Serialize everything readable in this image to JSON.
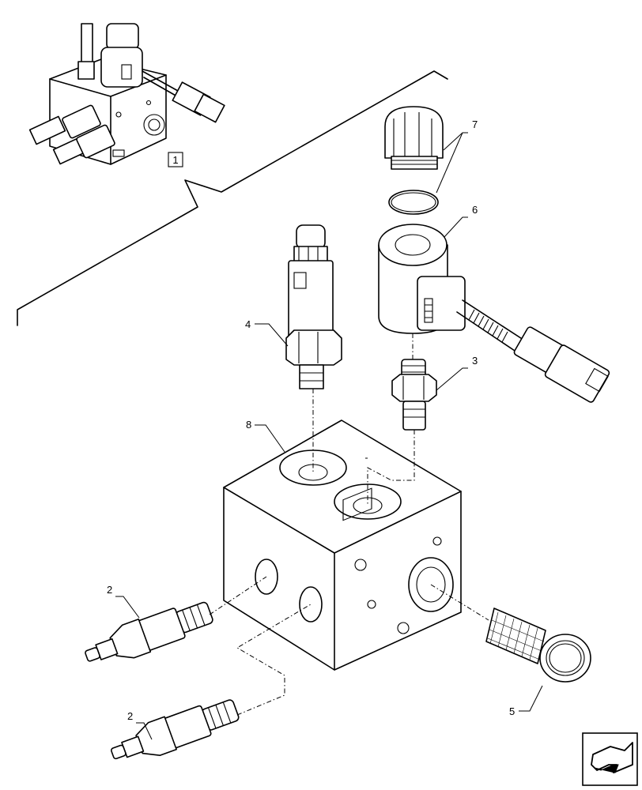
{
  "diagram": {
    "callouts": {
      "assembly_ref": "1",
      "relief_valve_upper": "2",
      "relief_valve_lower": "2",
      "fitting": "3",
      "pressure_switch": "4",
      "filter": "5",
      "solenoid_coil": "6",
      "nut_and_oring": "7",
      "valve_block": "8"
    },
    "icons": {
      "nav": "next-arrow-icon"
    }
  }
}
